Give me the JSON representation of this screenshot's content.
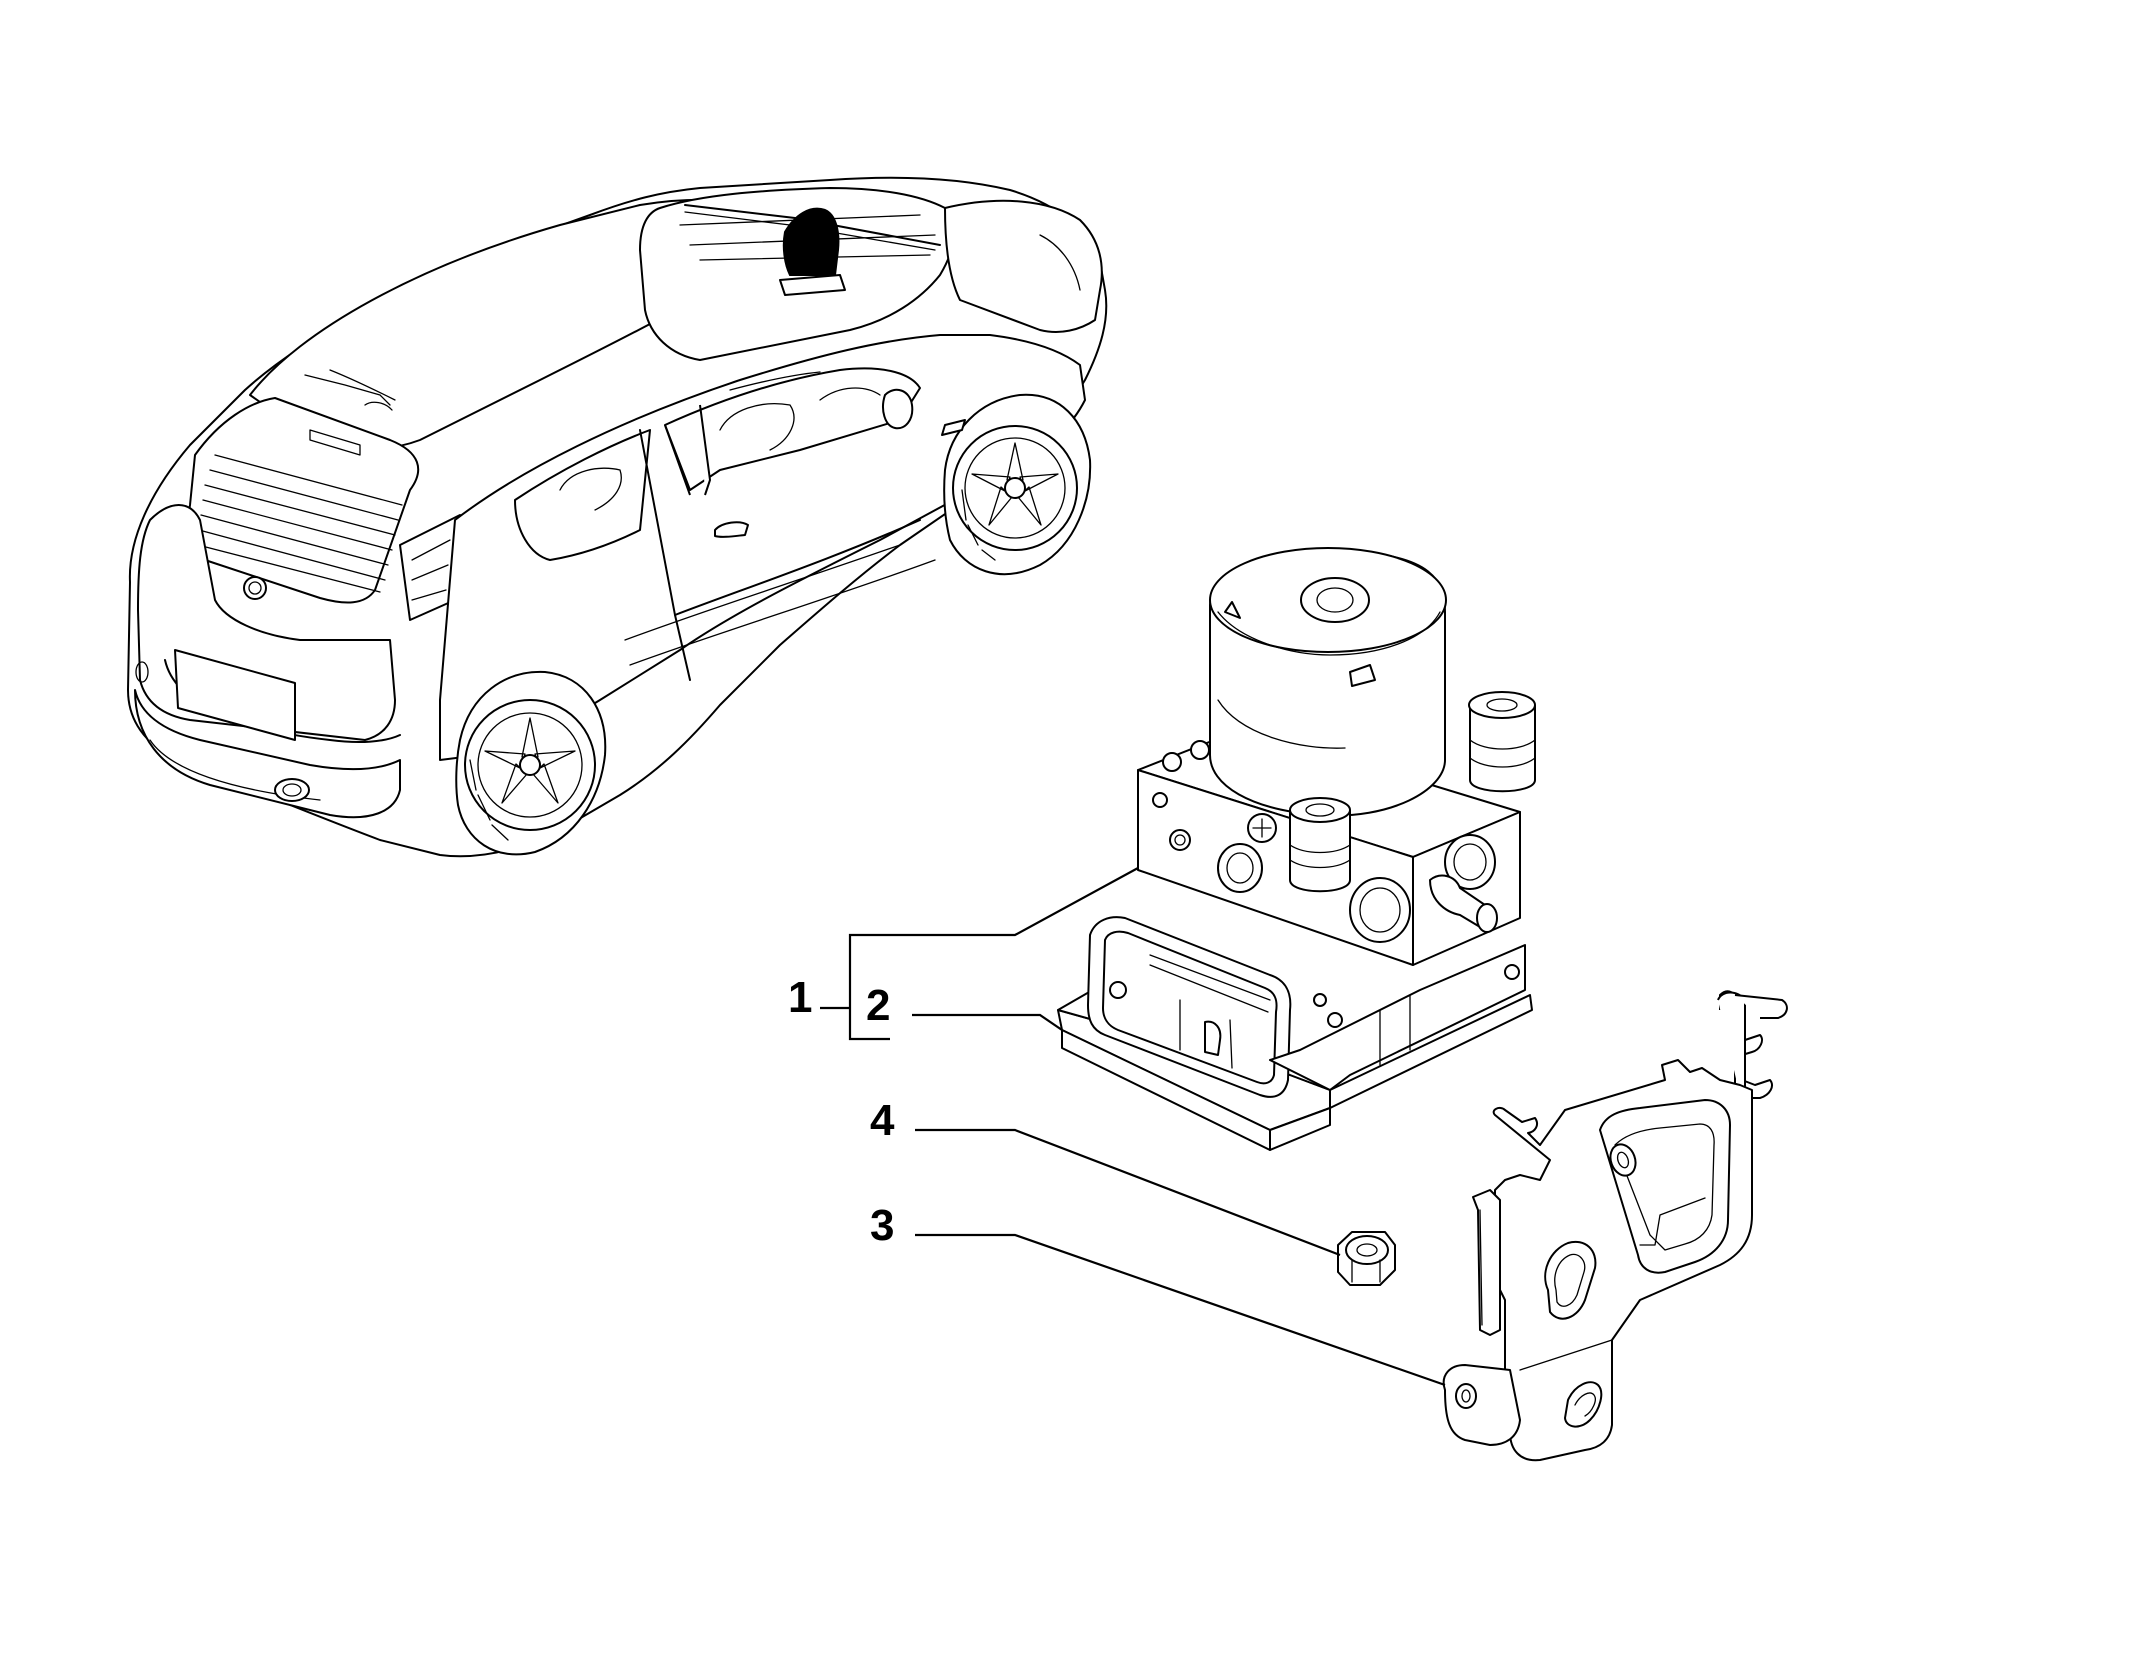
{
  "callouts": [
    {
      "id": "1",
      "label": "1"
    },
    {
      "id": "2",
      "label": "2"
    },
    {
      "id": "3",
      "label": "3"
    },
    {
      "id": "4",
      "label": "4"
    }
  ],
  "colors": {
    "line": "#000000",
    "background": "#ffffff",
    "highlight": "#000000"
  },
  "icons": [
    "car-icon",
    "abs-unit-icon",
    "bracket-icon",
    "nut-icon",
    "location-marker-icon"
  ]
}
